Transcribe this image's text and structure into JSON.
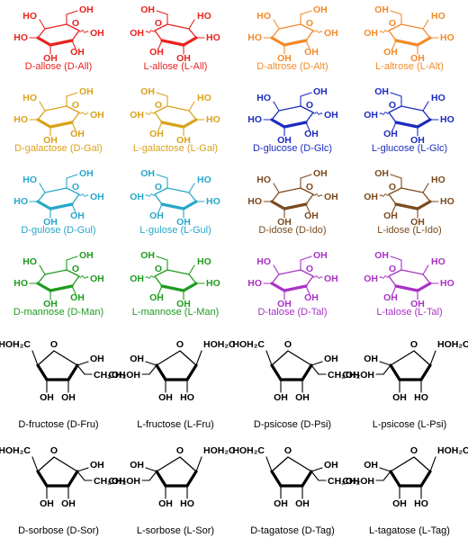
{
  "pyranoses": [
    {
      "label": "D-allose (D-All)",
      "color": "#e8231f"
    },
    {
      "label": "L-allose (L-All)",
      "color": "#e8231f"
    },
    {
      "label": "D-altrose (D-Alt)",
      "color": "#f28a2a"
    },
    {
      "label": "L-altrose (L-Alt)",
      "color": "#f28a2a"
    },
    {
      "label": "D-galactose (D-Gal)",
      "color": "#d9a21b"
    },
    {
      "label": "L-galactose (L-Gal)",
      "color": "#d9a21b"
    },
    {
      "label": "D-glucose (D-Glc)",
      "color": "#1c2bbf"
    },
    {
      "label": "L-glucose (L-Glc)",
      "color": "#1c2bbf"
    },
    {
      "label": "D-gulose (D-Gul)",
      "color": "#27a7c9"
    },
    {
      "label": "L-gulose (L-Gul)",
      "color": "#27a7c9"
    },
    {
      "label": "D-idose (D-Ido)",
      "color": "#7a4a1e"
    },
    {
      "label": "L-idose (L-Ido)",
      "color": "#7a4a1e"
    },
    {
      "label": "D-mannose (D-Man)",
      "color": "#1e9b1e"
    },
    {
      "label": "L-mannose (L-Man)",
      "color": "#1e9b1e"
    },
    {
      "label": "D-talose (D-Tal)",
      "color": "#a832c4"
    },
    {
      "label": "L-talose (L-Tal)",
      "color": "#a832c4"
    }
  ],
  "furanoses": [
    {
      "label": "D-fructose (D-Fru)",
      "color": "#000000"
    },
    {
      "label": "L-fructose (L-Fru)",
      "color": "#000000"
    },
    {
      "label": "D-psicose (D-Psi)",
      "color": "#000000"
    },
    {
      "label": "L-psicose (L-Psi)",
      "color": "#000000"
    },
    {
      "label": "D-sorbose (D-Sor)",
      "color": "#000000"
    },
    {
      "label": "L-sorbose (L-Sor)",
      "color": "#000000"
    },
    {
      "label": "D-tagatose (D-Tag)",
      "color": "#000000"
    },
    {
      "label": "L-tagatose (L-Tag)",
      "color": "#000000"
    }
  ],
  "atoms": {
    "oh": "OH",
    "ho": "HO",
    "o": "O",
    "hoh2c": "HOH₂C",
    "ch2oh": "CH₂OH"
  }
}
